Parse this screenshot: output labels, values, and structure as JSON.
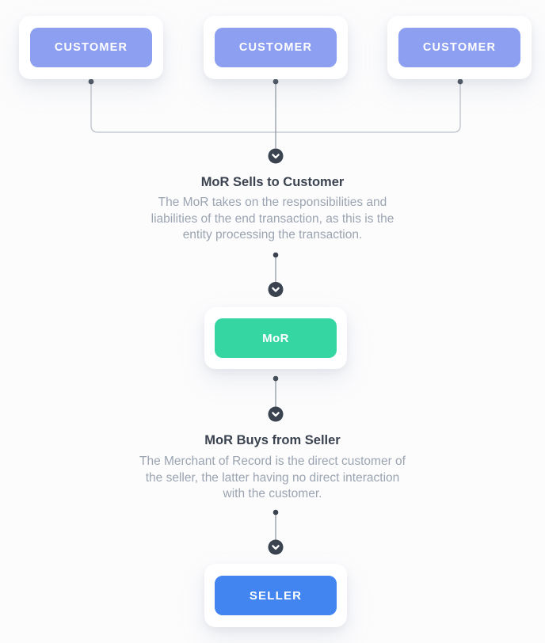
{
  "nodes": {
    "customers": [
      {
        "label": "CUSTOMER"
      },
      {
        "label": "CUSTOMER"
      },
      {
        "label": "CUSTOMER"
      }
    ],
    "mor": {
      "label": "MoR"
    },
    "seller": {
      "label": "SELLER"
    }
  },
  "steps": [
    {
      "title": "MoR Sells to Customer",
      "description_lines": [
        "The MoR takes on the responsibilities and",
        "liabilities of the end transaction, as this is the",
        "entity processing the transaction."
      ]
    },
    {
      "title": "MoR Buys from Seller",
      "description_lines": [
        "The Merchant of Record is the direct customer of",
        "the seller, the latter having no direct interaction",
        "with the customer."
      ]
    }
  ],
  "icons": {
    "connector_marker": "chevron-down-icon",
    "junction_marker": "dot-icon"
  },
  "colors": {
    "customer_chip": "#8C9FF0",
    "mor_chip": "#36D6A3",
    "seller_chip": "#4285F0",
    "dark_node": "#3A434F",
    "heading_text": "#3A434F",
    "body_text": "#9BA4B1",
    "connector_line": "#BCC1CA",
    "connector_line_dark": "#8A919C",
    "page_bg": "#FCFCFD",
    "card_bg": "#FFFFFF"
  }
}
